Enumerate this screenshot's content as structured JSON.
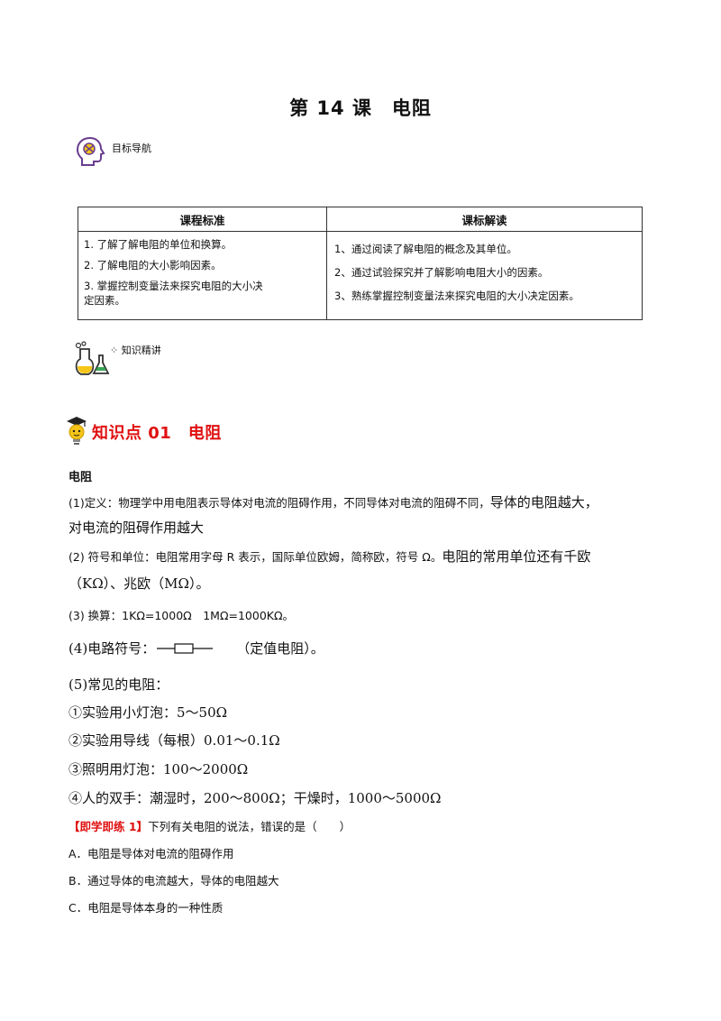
{
  "title": "第 14 课　电阻",
  "section_goal": "目标导航",
  "table": {
    "headers": [
      "课程标准",
      "课标解读"
    ],
    "left": [
      "1. 了解了解电阻的单位和换算。",
      "2. 了解电阻的大小影响因素。",
      "3. 掌握控制变量法来探究电阻的大小决",
      "定因素。"
    ],
    "right": [
      "1、通过阅读了解电阻的概念及其单位。",
      "2、通过试验探究并了解影响电阻大小的因素。",
      "3、熟练掌握控制变量法来探究电阻的大小决定因素。"
    ]
  },
  "section_knowledge": "知识精讲",
  "knowledge_point": "知识点 01　电阻",
  "subheading": "电阻",
  "para": {
    "def_a": "(1)定义：物理学中用电阻表示导体对电流的阻碍作用，不同导体对电流的阻碍不同，",
    "def_b": "导体的电阻越大，",
    "def_c": "对电流的阻碍作用越大",
    "sym_a": "(2) 符号和单位：电阻常用字母 R 表示，国际单位欧姆，简称欧，符号 Ω。",
    "sym_b": "电阻的常用单位还有千欧",
    "sym_c": "（KΩ）、兆欧（MΩ）。",
    "conv": "(3) 换算：1KΩ=1000Ω　1MΩ=1000KΩ。",
    "circuit_a": "(4)电路符号：",
    "circuit_b": "（定值电阻）。",
    "common": "(5)常见的电阻：",
    "c1": "①实验用小灯泡：5～50Ω",
    "c2": "②实验用导线（每根）0.01～0.1Ω",
    "c3": "③照明用灯泡：100～2000Ω",
    "c4": "④人的双手：潮湿时，200～800Ω；干燥时，1000～5000Ω"
  },
  "exercise": {
    "tag": "【即学即练 1】",
    "question": "下列有关电阻的说法，错误的是（　　）",
    "options": [
      "A．电阻是导体对电流的阻碍作用",
      "B．通过导体的电流越大，导体的电阻越大",
      "C．电阻是导体本身的一种性质"
    ]
  },
  "colors": {
    "accent_red": "#e01010",
    "icon_purple": "#6a3d8f",
    "icon_yellow": "#f5c518"
  }
}
